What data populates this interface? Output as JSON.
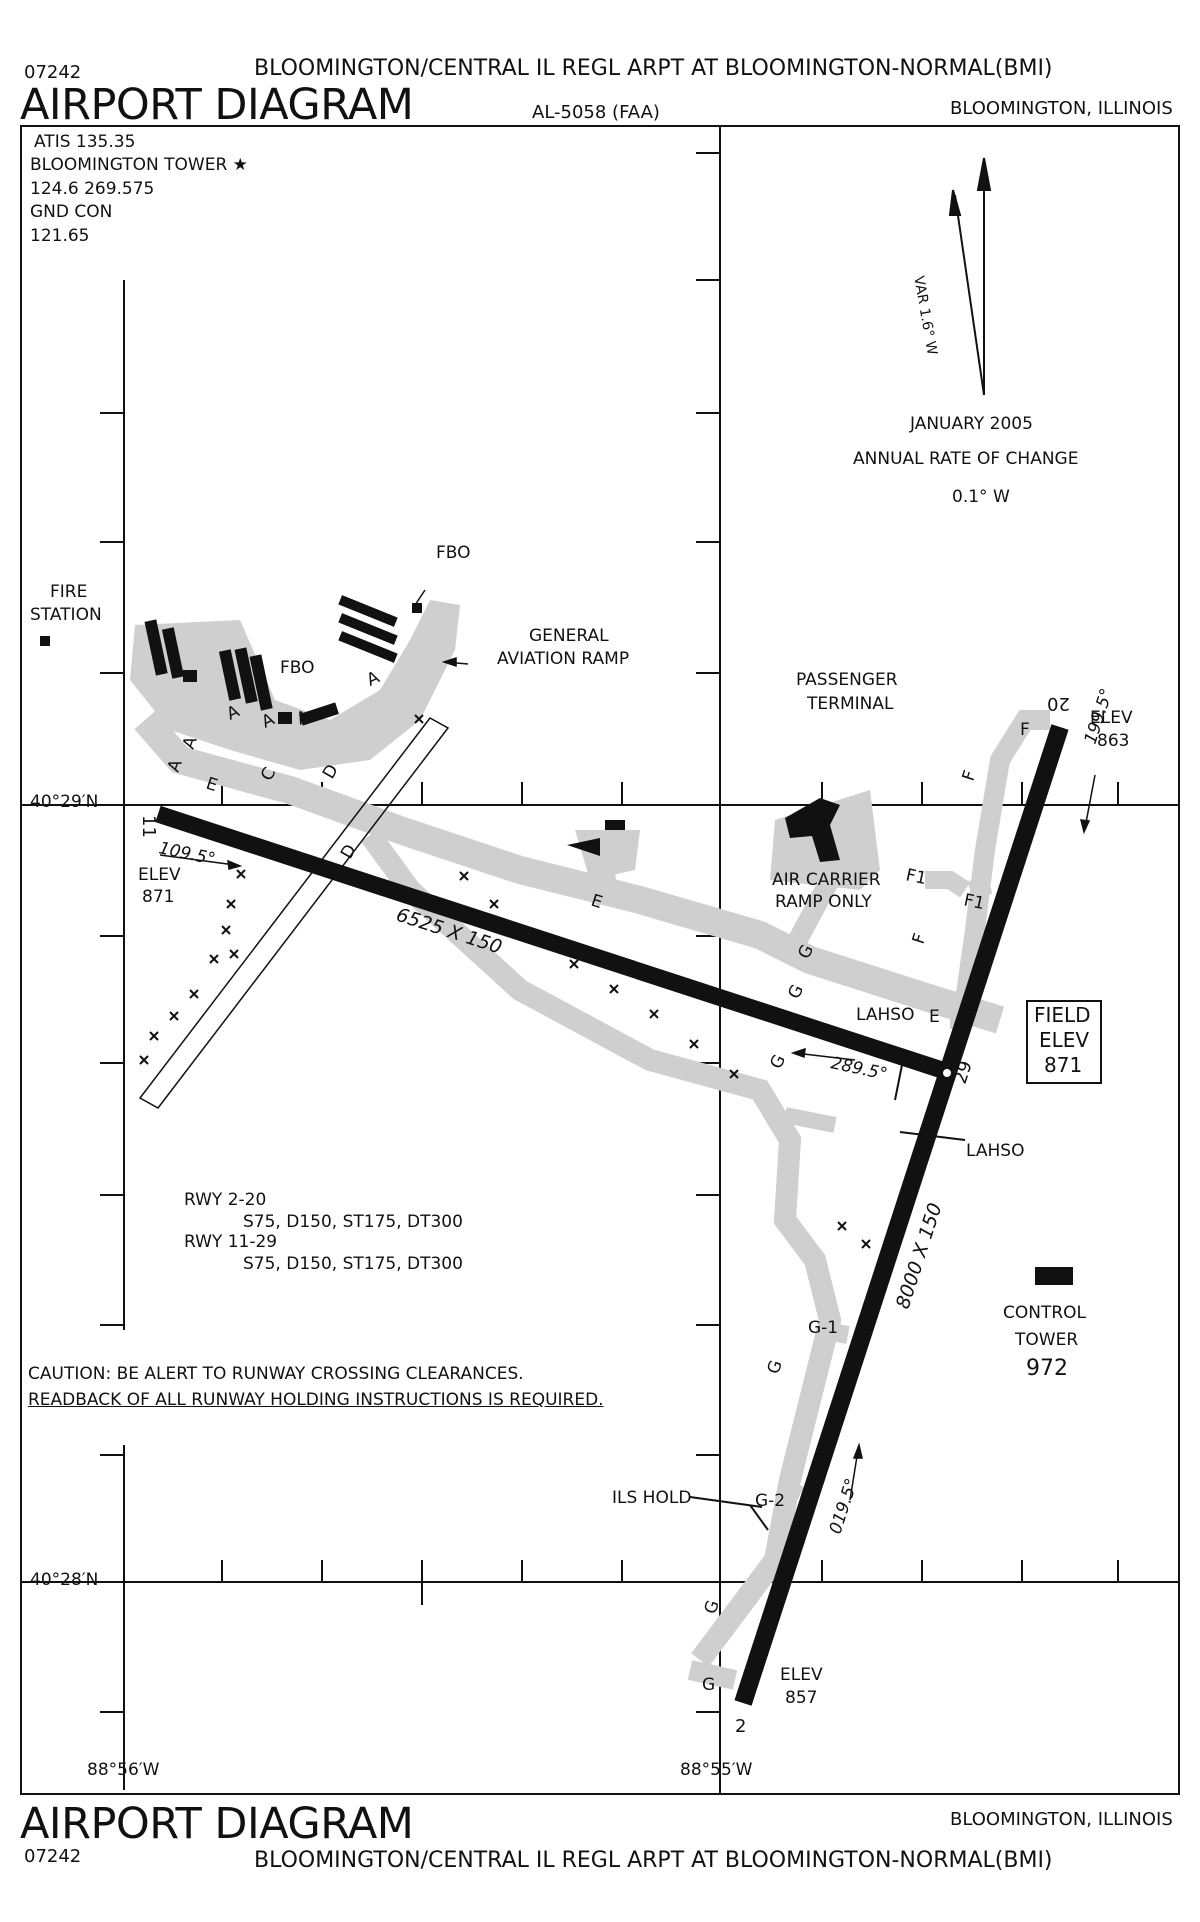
{
  "header": {
    "procedure_number": "07242",
    "airport_name": "BLOOMINGTON/CENTRAL IL REGL ARPT AT BLOOMINGTON-NORMAL(BMI)",
    "chart_title": "AIRPORT DIAGRAM",
    "chart_id": "AL-5058 (FAA)",
    "location": "BLOOMINGTON, ILLINOIS"
  },
  "comms": {
    "atis": "ATIS  135.35",
    "tower": "BLOOMINGTON TOWER ★",
    "tower_freqs": "124.6  269.575",
    "ground_label": "GND CON",
    "ground_freq": "121.65"
  },
  "magnetic": {
    "variation": "VAR 1.6° W",
    "date": "JANUARY 2005",
    "rate_label": "ANNUAL RATE OF CHANGE",
    "rate": "0.1° W"
  },
  "labels": {
    "fire_station_1": "FIRE",
    "fire_station_2": "STATION",
    "fbo": "FBO",
    "ga_ramp_1": "GENERAL",
    "ga_ramp_2": "AVIATION RAMP",
    "terminal_1": "PASSENGER",
    "terminal_2": "TERMINAL",
    "air_carrier_1": "AIR CARRIER",
    "air_carrier_2": "RAMP ONLY",
    "field_elev_1": "FIELD",
    "field_elev_2": "ELEV",
    "field_elev_3": "871",
    "control_tower": "CONTROL",
    "control_tower_2": "TOWER",
    "control_tower_elev": "972",
    "lahso": "LAHSO",
    "ils_hold": "ILS HOLD"
  },
  "runways": {
    "rwy_11": "11",
    "rwy_29": "29",
    "rwy_2": "2",
    "rwy_20": "20",
    "dims_11_29": "6525 X 150",
    "dims_2_20": "8000 X 150",
    "hdg_11": "109.5°",
    "hdg_29": "289.5°",
    "hdg_2": "019.5°",
    "hdg_20": "199.5°",
    "elev_label": "ELEV",
    "elev_11": "871",
    "elev_20": "863",
    "elev_2": "857"
  },
  "taxiways": {
    "A": "A",
    "C": "C",
    "D": "D",
    "E": "E",
    "F": "F",
    "F1": "F1",
    "G": "G",
    "G1": "G-1",
    "G2": "G-2"
  },
  "coords": {
    "lat_north": "40°29′N",
    "lat_south": "40°28′N",
    "lon_west": "88°56′W",
    "lon_east": "88°55′W"
  },
  "strength": {
    "rwy_2_20": "RWY 2-20",
    "rwy_2_20_vals": "S75, D150, ST175, DT300",
    "rwy_11_29": "RWY 11-29",
    "rwy_11_29_vals": "S75, D150, ST175, DT300"
  },
  "notes": {
    "caution_1": "CAUTION: BE ALERT TO RUNWAY CROSSING CLEARANCES.",
    "caution_2": "READBACK OF ALL RUNWAY HOLDING INSTRUCTIONS IS REQUIRED."
  },
  "footer": {
    "chart_title": "AIRPORT DIAGRAM",
    "location": "BLOOMINGTON, ILLINOIS",
    "procedure_number": "07242",
    "airport_name": "BLOOMINGTON/CENTRAL IL REGL ARPT AT BLOOMINGTON-NORMAL(BMI)"
  },
  "colors": {
    "ink": "#111111",
    "pavement": "#cfcfcf",
    "runway": "#111111"
  }
}
